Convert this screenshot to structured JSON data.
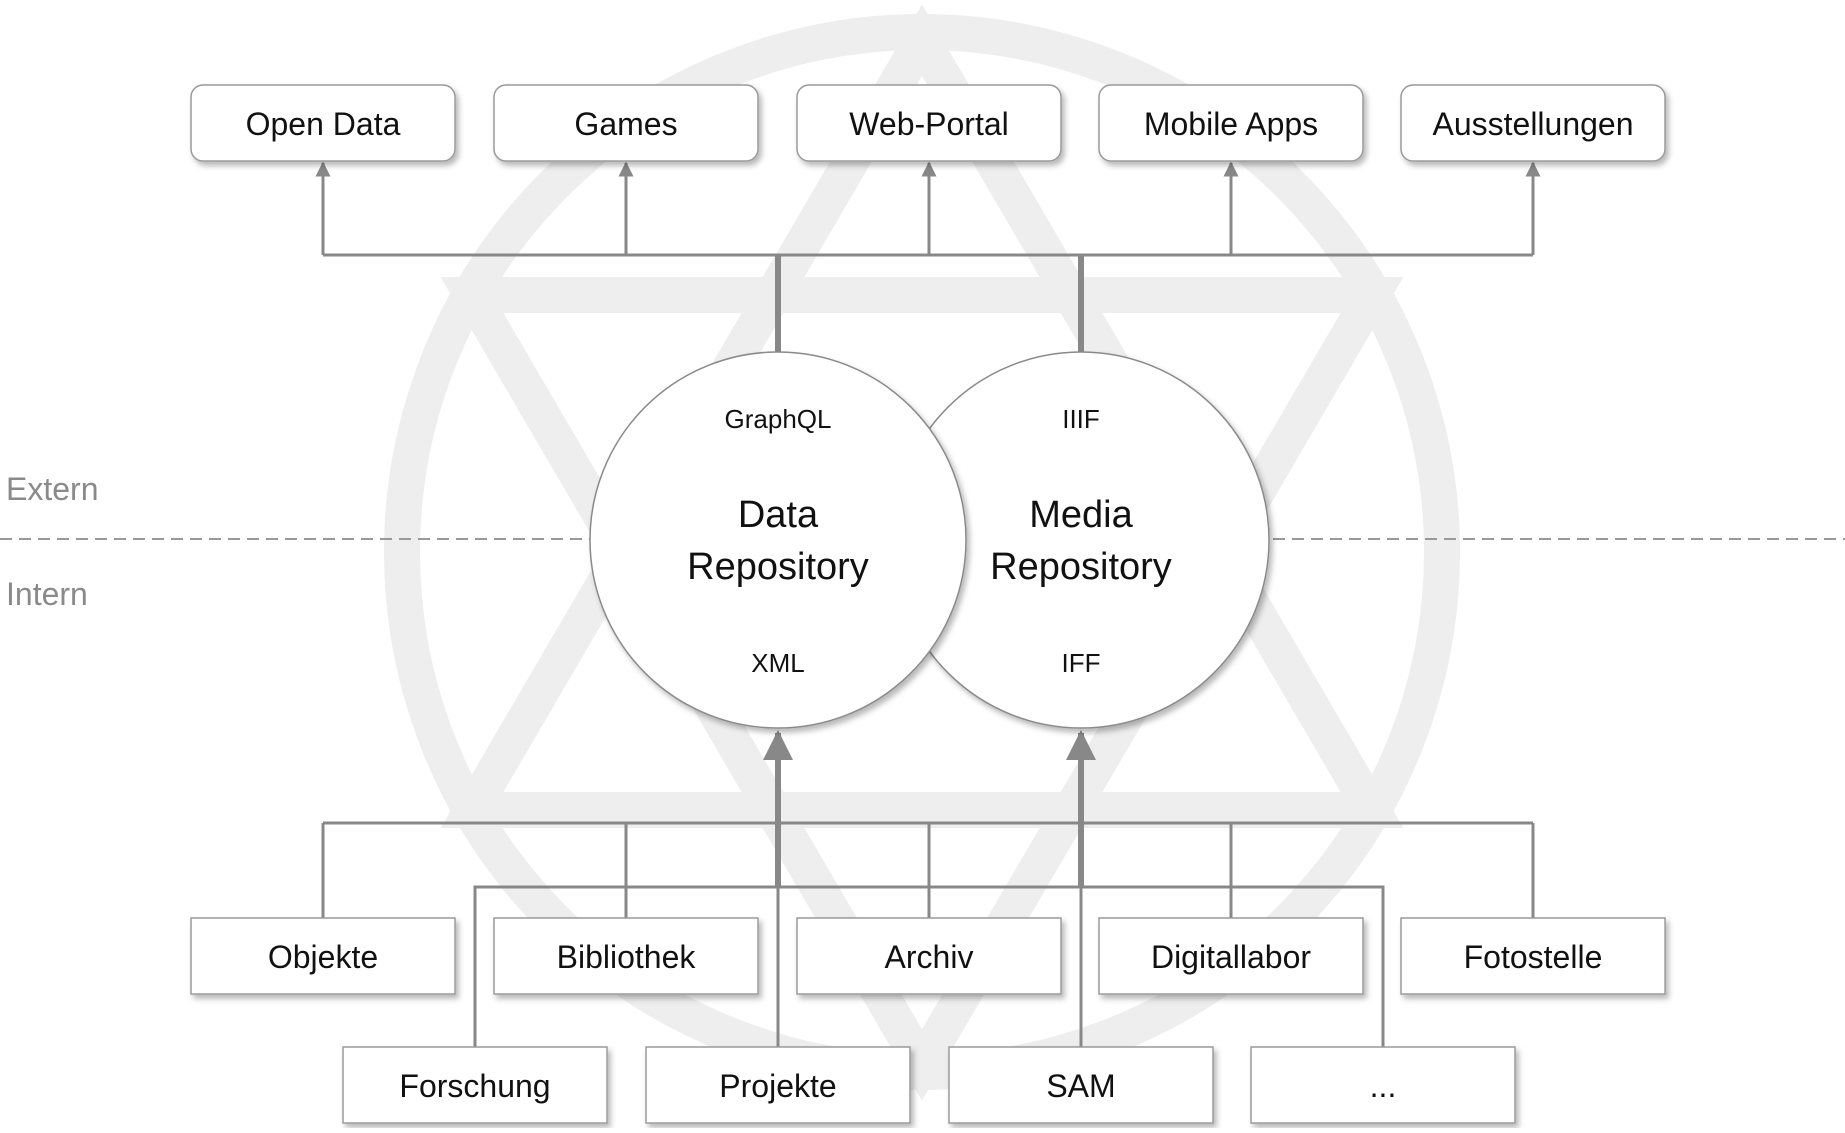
{
  "zones": {
    "extern": "Extern",
    "intern": "Intern"
  },
  "outputs": [
    "Open Data",
    "Games",
    "Web-Portal",
    "Mobile Apps",
    "Ausstellungen"
  ],
  "data_repository": {
    "top": "GraphQL",
    "line1": "Data",
    "line2": "Repository",
    "bottom": "XML"
  },
  "media_repository": {
    "top": "IIIF",
    "line1": "Media",
    "line2": "Repository",
    "bottom": "IFF"
  },
  "sources_row1": [
    "Objekte",
    "Bibliothek",
    "Archiv",
    "Digitallabor",
    "Fotostelle"
  ],
  "sources_row2": [
    "Forschung",
    "Projekte",
    "SAM",
    "..."
  ],
  "colors": {
    "line": "#888888",
    "box_border": "#9a9a9a",
    "watermark": "#eeeeee",
    "zone_text": "#8a8a8a"
  }
}
